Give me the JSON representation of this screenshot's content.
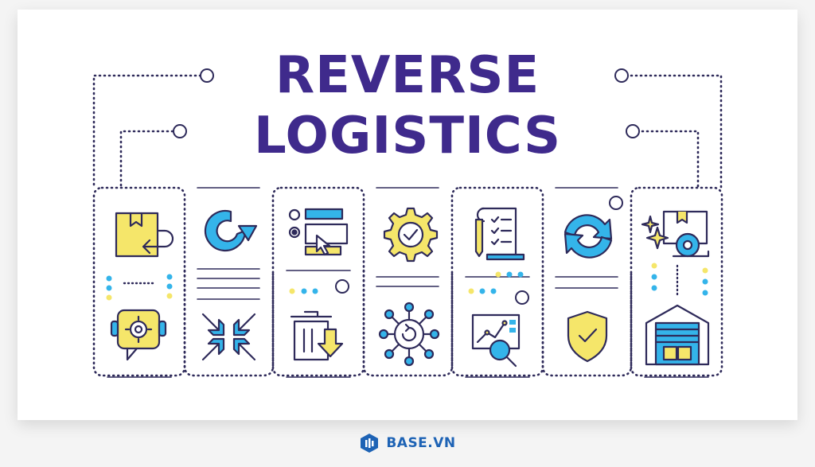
{
  "title": {
    "line1": "REVERSE",
    "line2": "LOGISTICS"
  },
  "brand": {
    "name": "BASE.VN",
    "logo_icon": "base-hexagon-logo-icon"
  },
  "colors": {
    "purple": "#3f2a8c",
    "outline": "#2e2a5a",
    "yellow": "#f5e66a",
    "blue": "#34b4ea",
    "brand_blue": "#1e63b5"
  },
  "icons": [
    "package-return-icon",
    "support-gear-icon",
    "refresh-arrow-icon",
    "compress-arrows-icon",
    "web-form-cursor-icon",
    "trash-download-icon",
    "gear-check-icon",
    "hub-network-icon",
    "checklist-document-icon",
    "magnifier-chart-icon",
    "recycle-arrows-icon",
    "shield-check-icon",
    "sparkle-box-tape-icon",
    "warehouse-icon"
  ]
}
